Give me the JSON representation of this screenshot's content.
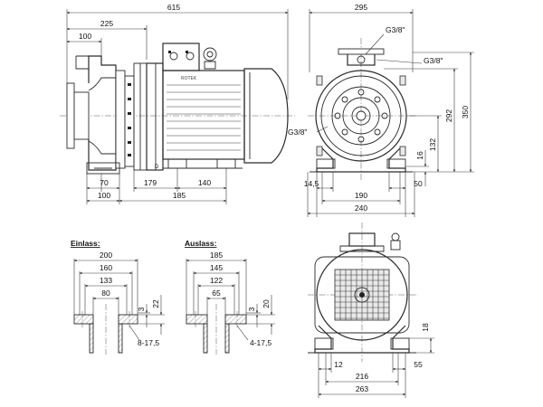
{
  "side_view": {
    "overall_length": "615",
    "d225": "225",
    "d100_top": "100",
    "d70": "70",
    "d100_bottom": "100",
    "d179": "179",
    "d140": "140",
    "d185": "185",
    "brand": "ROTEK"
  },
  "front_view": {
    "width_top": "295",
    "conn_g1": "G3/8\"",
    "conn_g2": "G3/8\"",
    "conn_g3": "G3/8\"",
    "h350": "350",
    "h292": "292",
    "h132": "132",
    "h16": "16",
    "d14_5": "14,5",
    "d50": "50",
    "d190": "190",
    "d240": "240"
  },
  "einlass": {
    "title": "Einlass:",
    "d200": "200",
    "d160": "160",
    "d133": "133",
    "d80": "80",
    "d3": "3",
    "d22": "22",
    "holes": "8-17,5"
  },
  "auslass": {
    "title": "Auslass:",
    "d185": "185",
    "d145": "145",
    "d122": "122",
    "d65": "65",
    "d3": "3",
    "d20": "20",
    "holes": "4-17,5"
  },
  "rear_view": {
    "d12": "12",
    "d55": "55",
    "d18": "18",
    "d216": "216",
    "d263": "263"
  }
}
